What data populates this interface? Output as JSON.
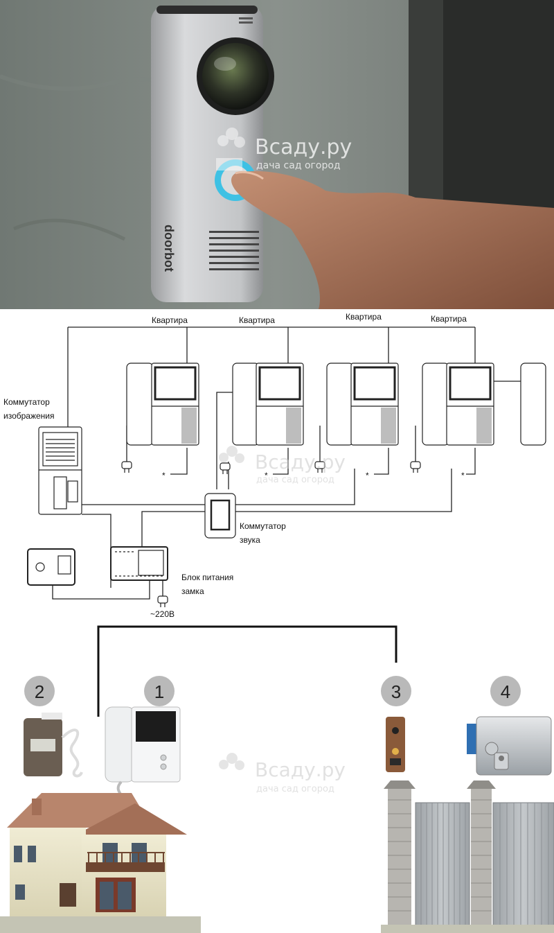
{
  "watermark": {
    "name": "Всаду.ру",
    "tagline": "дача сад огород"
  },
  "photo": {
    "brand": "doorbot"
  },
  "wiring": {
    "apartment_labels": [
      "Квартира",
      "Квартира",
      "Квартира",
      "Квартира"
    ],
    "image_switch": [
      "Коммутатор",
      "изображения"
    ],
    "sound_switch": [
      "Коммутатор",
      "звука"
    ],
    "power_unit": [
      "Блок питания",
      "замка"
    ],
    "mains": "~220В",
    "star": "*"
  },
  "scheme": {
    "numbers": [
      "1",
      "2",
      "3",
      "4"
    ]
  }
}
